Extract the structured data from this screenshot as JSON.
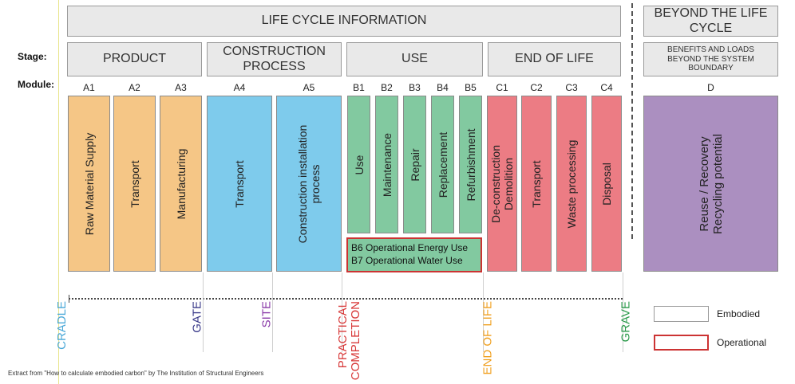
{
  "header": {
    "life_cycle": "LIFE CYCLE INFORMATION",
    "beyond": "BEYOND THE LIFE CYCLE"
  },
  "labels": {
    "stage": "Stage:",
    "module": "Module:"
  },
  "stages": [
    {
      "id": "product",
      "label": "PRODUCT"
    },
    {
      "id": "construction",
      "label": "CONSTRUCTION PROCESS"
    },
    {
      "id": "use",
      "label": "USE"
    },
    {
      "id": "end",
      "label": "END OF LIFE"
    },
    {
      "id": "benefits",
      "label": "BENEFITS AND LOADS BEYOND THE SYSTEM BOUNDARY"
    }
  ],
  "modules": [
    {
      "code": "A1",
      "label": "Raw Material Supply"
    },
    {
      "code": "A2",
      "label": "Transport"
    },
    {
      "code": "A3",
      "label": "Manufacturing"
    },
    {
      "code": "A4",
      "label": "Transport"
    },
    {
      "code": "A5",
      "label": "Construction installation process"
    },
    {
      "code": "B1",
      "label": "Use"
    },
    {
      "code": "B2",
      "label": "Maintenance"
    },
    {
      "code": "B3",
      "label": "Repair"
    },
    {
      "code": "B4",
      "label": "Replacement"
    },
    {
      "code": "B5",
      "label": "Refurbishment"
    },
    {
      "code": "C1",
      "label": "De-construction Demolition"
    },
    {
      "code": "C2",
      "label": "Transport"
    },
    {
      "code": "C3",
      "label": "Waste processing"
    },
    {
      "code": "C4",
      "label": "Disposal"
    },
    {
      "code": "D",
      "label": "Reuse / Recovery Recycling potential"
    }
  ],
  "operational": {
    "b6": "B6 Operational Energy Use",
    "b7": "B7 Operational Water Use"
  },
  "milestones": [
    {
      "id": "cradle",
      "label": "CRADLE",
      "color": "#4aa8d8"
    },
    {
      "id": "gate",
      "label": "GATE",
      "color": "#3a3a8a"
    },
    {
      "id": "site",
      "label": "SITE",
      "color": "#8a3aa8"
    },
    {
      "id": "practical",
      "label": "PRACTICAL COMPLETION",
      "color": "#d83a3a"
    },
    {
      "id": "eol",
      "label": "END OF LIFE",
      "color": "#f0a020"
    },
    {
      "id": "grave",
      "label": "GRAVE",
      "color": "#2a9a4a"
    }
  ],
  "legend": {
    "embodied": "Embodied",
    "operational": "Operational"
  },
  "footnote": "Extract from \"How to calculate embodied carbon\" by The Institution of Structural Engineers",
  "colors": {
    "product": "#f5c686",
    "construction": "#7ecbec",
    "use": "#82c9a0",
    "end": "#ec7c84",
    "beyond": "#ab8fc0"
  }
}
